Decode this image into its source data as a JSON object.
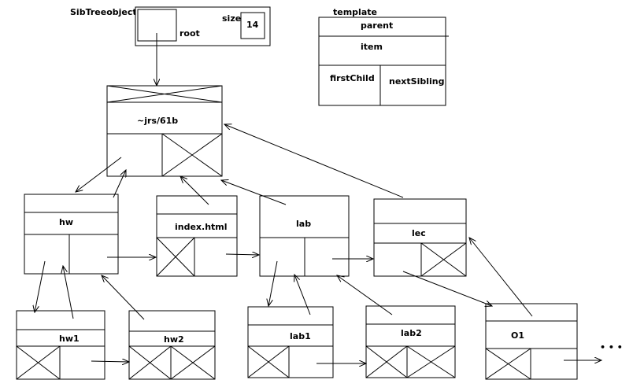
{
  "sib_tree_object": {
    "title": "SibTreeobject",
    "root_label": "root",
    "size_label": "size",
    "size_value": "14"
  },
  "template": {
    "title": "template",
    "parent": "parent",
    "item": "item",
    "first_child": "firstChild",
    "next_sibling": "nextSibling"
  },
  "nodes": {
    "root": "~jrs/61b",
    "hw": "hw",
    "index": "index.html",
    "lab": "lab",
    "lec": "lec",
    "hw1": "hw1",
    "hw2": "hw2",
    "lab1": "lab1",
    "lab2": "lab2",
    "o1": "O1"
  },
  "ellipsis": "• • •"
}
